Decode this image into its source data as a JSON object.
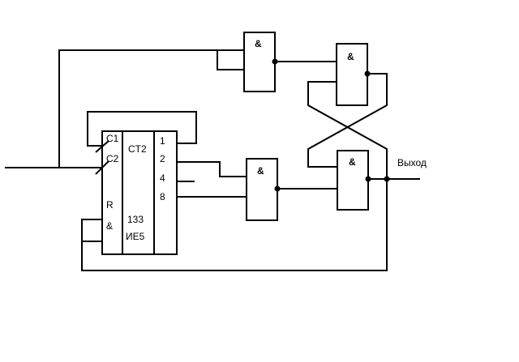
{
  "diagram": {
    "counter": {
      "clock1": "C1",
      "clock2": "C2",
      "type": "CT2",
      "reset": "R",
      "reset_and": "&",
      "model_line1": "133",
      "model_line2": "ИЕ5",
      "outputs": [
        "1",
        "2",
        "4",
        "8"
      ]
    },
    "gates": {
      "and1": "&",
      "and2": "&",
      "and3": "&",
      "and4": "&"
    },
    "output_label": "Выход"
  }
}
